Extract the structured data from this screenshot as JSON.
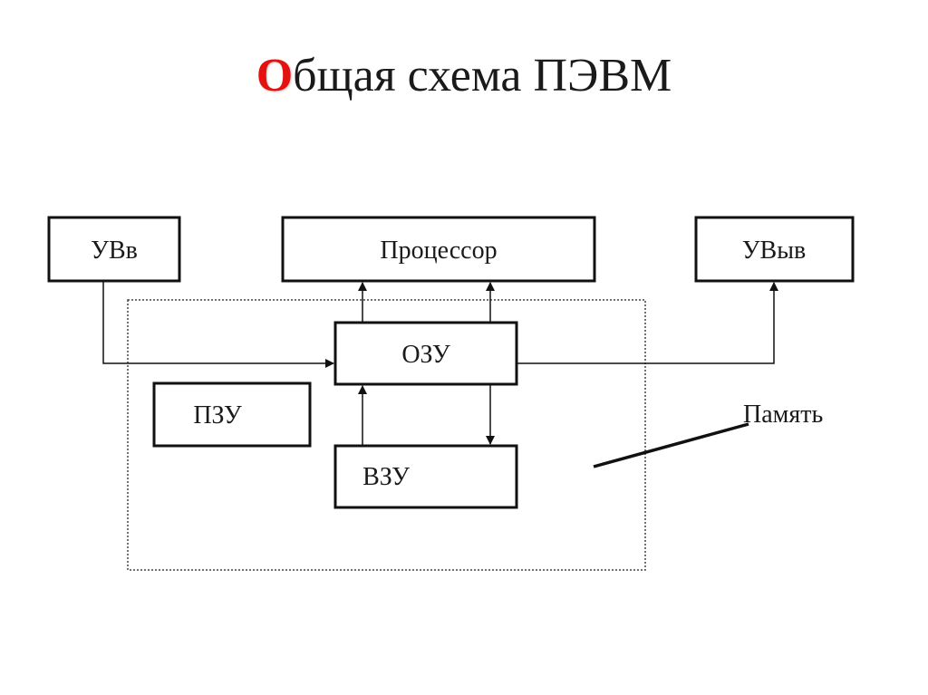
{
  "title": {
    "first_letter": "О",
    "rest": "бщая схема ПЭВМ",
    "accent_color": "#e3110f"
  },
  "diagram": {
    "nodes": {
      "uvv": "УВв",
      "processor": "Процессор",
      "uvyv": "УВыв",
      "ozu": "ОЗУ",
      "pzu": "ПЗУ",
      "vzu": "ВЗУ"
    },
    "memory_label": "Память",
    "line_color": "#111111"
  }
}
